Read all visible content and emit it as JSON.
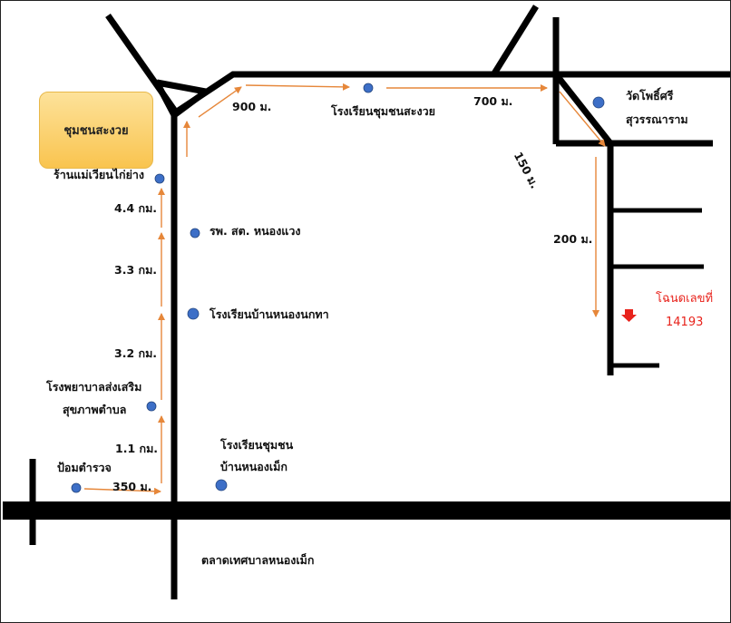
{
  "community_box": "ชุมชนสะงวย",
  "landmarks": {
    "ran_mae_wian": "ร้านแม่เวียนไก่ย่าง",
    "rps_nong_waeng": "รพ. สต. หนองแวง",
    "school_ban_nong_nok_tha": "โรงเรียนบ้านหนองนกทา",
    "hospital_line1": "โรงพยาบาลส่งเสริม",
    "hospital_line2": "สุขภาพตำบล",
    "police_box": "ป้อมตำรวจ",
    "school_nong_mek_line1": "โรงเรียนชุมชน",
    "school_nong_mek_line2": "บ้านหนองเม็ก",
    "school_sa_nguai": "โรงเรียนชุมชนสะงวย",
    "wat_line1": "วัดโพธิ์ศรี",
    "wat_line2": "สุวรรณาราม",
    "market": "ตลาดเทศบาลหนองเม็ก"
  },
  "distances": {
    "d350": "350 ม.",
    "d11": "1.1 กม.",
    "d32": "3.2 กม.",
    "d33": "3.3 กม.",
    "d44": "4.4 กม.",
    "d900": "900 ม.",
    "d700": "700 ม.",
    "d150": "150 ม.",
    "d200": "200 ม."
  },
  "destination": {
    "line1": "โฉนดเลขที่",
    "line2": "14193"
  },
  "colors": {
    "road": "#000000",
    "route_arrow": "#e6873a",
    "landmark_dot": "#3d6fc7",
    "destination_marker": "#e8231c",
    "community_box": "#f9c44f"
  }
}
